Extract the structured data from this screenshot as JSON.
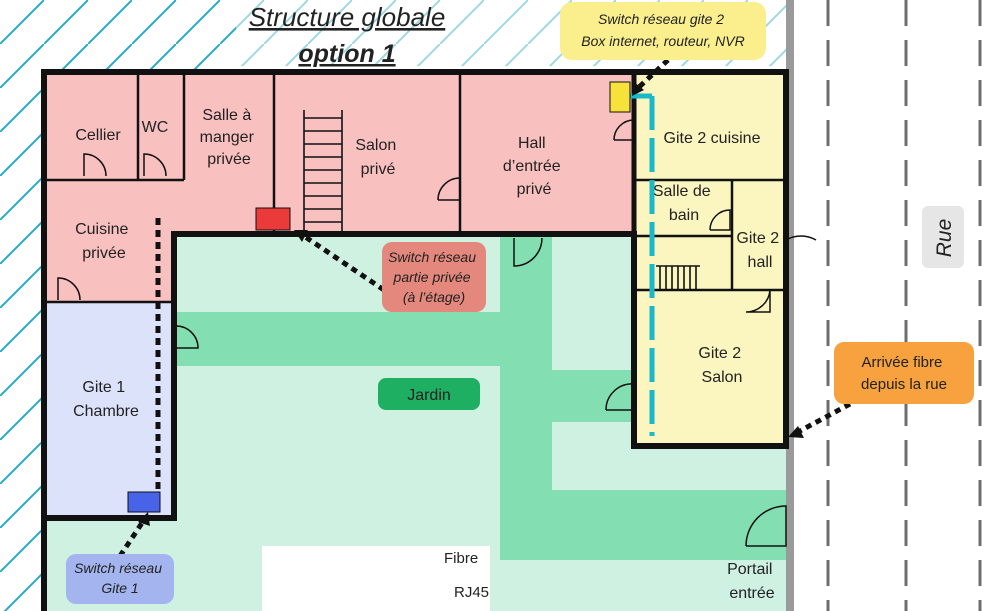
{
  "title": "Structure globale",
  "subtitle": "option 1",
  "rooms": {
    "cellier": "Cellier",
    "wc": "WC",
    "salle_manger": [
      "Salle à",
      "manger",
      "privée"
    ],
    "salon_prive": [
      "Salon",
      "privé"
    ],
    "hall_prive": [
      "Hall",
      "d’entrée",
      "privé"
    ],
    "cuisine_privee": [
      "Cuisine",
      "privée"
    ],
    "gite1_chambre": [
      "Gite 1",
      "Chambre"
    ],
    "gite2_cuisine": "Gite 2 cuisine",
    "salle_bain": [
      "Salle de",
      "bain"
    ],
    "gite2_hall": [
      "Gite 2",
      "hall"
    ],
    "gite2_salon": [
      "Gite 2",
      "Salon"
    ],
    "jardin": "Jardin",
    "portail": [
      "Portail",
      "entrée"
    ],
    "rue": "Rue"
  },
  "callouts": {
    "switch_gite2": [
      "Switch réseau gite 2",
      "Box internet, routeur, NVR"
    ],
    "switch_prive": [
      "Switch réseau",
      "partie privée",
      "(à l’étage)"
    ],
    "arrivee_fibre": [
      "Arrivée fibre",
      "depuis la rue"
    ],
    "switch_gite1": [
      "Switch réseau",
      "Gite 1"
    ]
  },
  "legend": {
    "fibre": "Fibre",
    "rj45": "RJ45"
  },
  "colors": {
    "private_area": "#f9c0c0",
    "gite2_area": "#fbf5c0",
    "gite1_area": "#dde2fb",
    "garden_light": "#cff1e2",
    "garden_path": "#83dfb1",
    "jardin_label_bg": "#1faf62",
    "fibre_start": "#1ab8c9",
    "fibre_end": "#e8d05a",
    "rj45_start": "#111111",
    "rj45_end": "#d19a36",
    "switch_gite2": "#f6e23a",
    "switch_prive": "#ea3a3a",
    "switch_gite1": "#4764e8",
    "callout_gite2_bg": "#faef8c",
    "callout_prive_bg": "#e4877d",
    "callout_fibre_bg": "#f7a13f",
    "callout_gite1_bg": "#a3b4ef",
    "hatch": "#27a9c4"
  }
}
